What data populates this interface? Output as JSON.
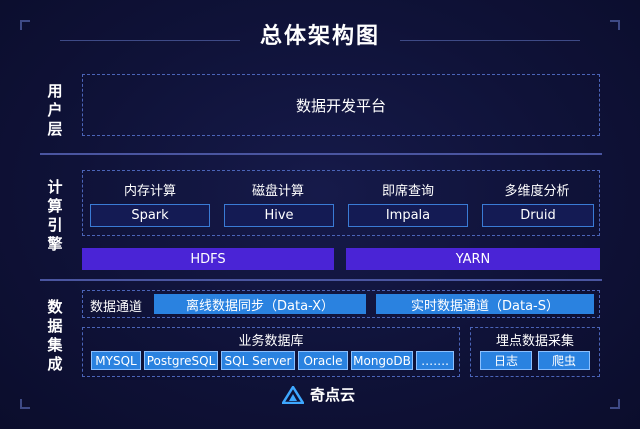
{
  "title": "总体架构图",
  "layers": {
    "user": {
      "label": "用户层",
      "platform": "数据开发平台"
    },
    "compute": {
      "label": "计算引擎",
      "engines": [
        {
          "category": "内存计算",
          "name": "Spark"
        },
        {
          "category": "磁盘计算",
          "name": "Hive"
        },
        {
          "category": "即席查询",
          "name": "Impala"
        },
        {
          "category": "多维度分析",
          "name": "Druid"
        }
      ],
      "storage": [
        "HDFS",
        "YARN"
      ]
    },
    "integration": {
      "label": "数据集成",
      "channel_label": "数据通道",
      "channels": [
        "离线数据同步（Data-X）",
        "实时数据通道（Data-S）"
      ],
      "business_db": {
        "title": "业务数据库",
        "items": [
          "MYSQL",
          "PostgreSQL",
          "SQL Server",
          "Oracle",
          "MongoDB",
          "……."
        ]
      },
      "tracking": {
        "title": "埋点数据采集",
        "items": [
          "日志",
          "爬虫"
        ]
      }
    }
  },
  "logo": {
    "text": "奇点云"
  }
}
